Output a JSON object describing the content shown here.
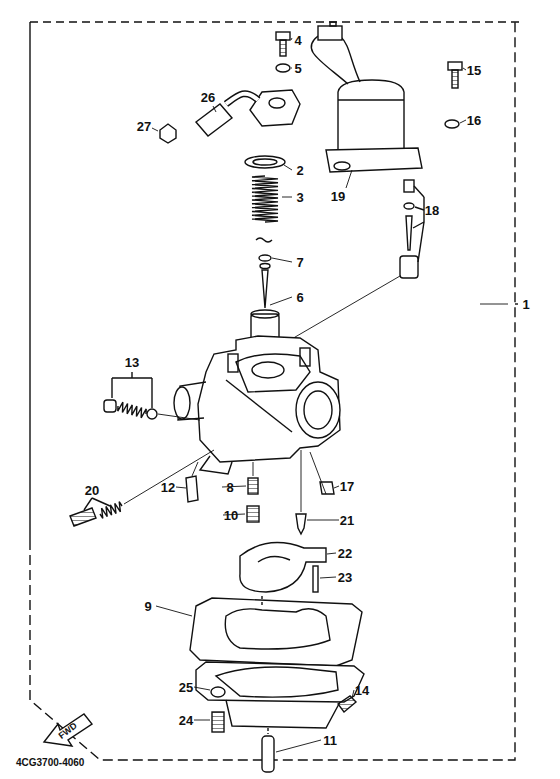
{
  "diagram": {
    "labels": [
      "1",
      "2",
      "3",
      "4",
      "5",
      "6",
      "7",
      "8",
      "9",
      "10",
      "11",
      "12",
      "13",
      "14",
      "15",
      "16",
      "17",
      "18",
      "19",
      "20",
      "21",
      "22",
      "23",
      "24",
      "25",
      "26",
      "27",
      "FWD",
      "4CG3700-4060"
    ]
  }
}
